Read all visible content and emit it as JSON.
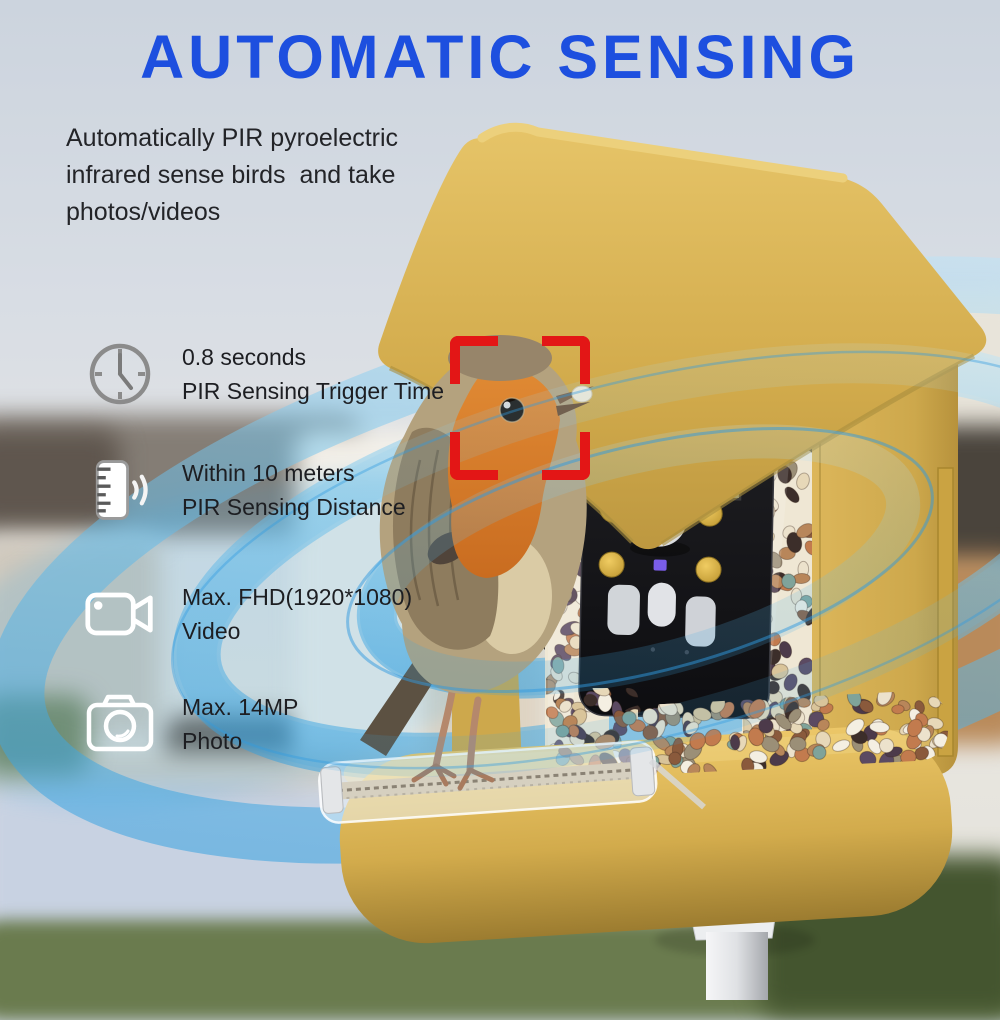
{
  "title": "AUTOMATIC SENSING",
  "description": "Automatically PIR pyroelectric\ninfrared sense birds  and take\nphotos/videos",
  "features": [
    {
      "icon": "clock-icon",
      "line1": "0.8 seconds",
      "line2": "PIR Sensing Trigger Time"
    },
    {
      "icon": "distance-sensor-icon",
      "line1": "Within 10 meters",
      "line2": "PIR Sensing Distance"
    },
    {
      "icon": "video-camera-icon",
      "line1": "Max. FHD(1920*1080)",
      "line2": "Video"
    },
    {
      "icon": "camera-icon",
      "line1": "Max. 14MP",
      "line2": "Photo"
    }
  ],
  "colors": {
    "title_blue": "#1d4fdf",
    "text_dark": "#232428",
    "radar_blue": "#2aa4e4",
    "feeder_yellow": "#d4ae52",
    "bracket_red": "#e31616",
    "seed_palette": [
      "#ece2cc",
      "#d9c49a",
      "#b8865a",
      "#8a5a3c",
      "#4c3a4a",
      "#7fa39a",
      "#f4efe2",
      "#3c2e2a",
      "#c27b4e",
      "#9b8f77",
      "#5b4a62",
      "#e7d8b8"
    ]
  }
}
